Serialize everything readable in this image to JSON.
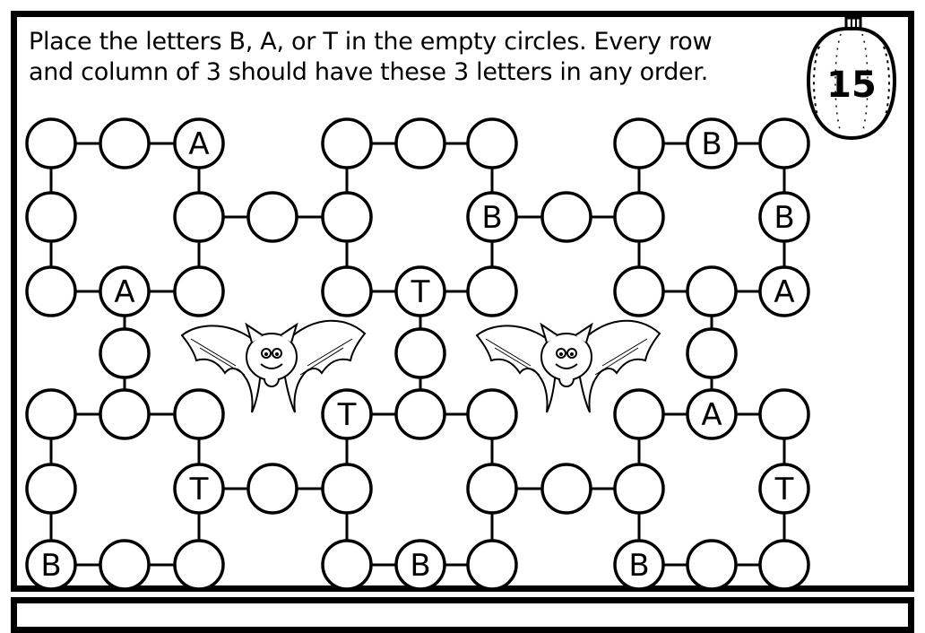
{
  "instructions": {
    "line1": "Place the letters B, A, or T in the empty circles. Every row",
    "line2": "and column of 3 should have these 3 letters in any order."
  },
  "badge": {
    "number": "15"
  },
  "puzzles": [
    {
      "cells": [
        [
          "",
          "",
          "A",
          "",
          "",
          ""
        ],
        [
          "",
          "",
          "",
          "",
          "",
          ""
        ],
        [
          "",
          "A",
          "",
          "",
          "",
          ""
        ],
        [
          "",
          "",
          "",
          "",
          "",
          ""
        ],
        [
          "",
          "",
          "",
          "",
          "",
          ""
        ],
        [
          "",
          "",
          "",
          "",
          "",
          ""
        ],
        [
          "B",
          "",
          "",
          "",
          "",
          ""
        ]
      ]
    }
  ],
  "grids": [
    {
      "letters": [
        "",
        "",
        "A",
        "",
        "",
        "",
        "",
        "A",
        ""
      ]
    },
    {
      "letters": [
        "",
        "",
        "",
        "",
        "",
        "B",
        "",
        "T",
        ""
      ]
    },
    {
      "letters": [
        "",
        "B",
        "",
        "",
        "",
        "B",
        "",
        "",
        "A"
      ]
    },
    {
      "letters": [
        "",
        "",
        "",
        "",
        "",
        "T",
        "B",
        "",
        ""
      ]
    },
    {
      "letters": [
        "T",
        "",
        "",
        "",
        "",
        "",
        "",
        "B",
        ""
      ]
    },
    {
      "letters": [
        "",
        "A",
        "",
        "",
        "",
        "T",
        "B",
        "",
        ""
      ]
    }
  ]
}
